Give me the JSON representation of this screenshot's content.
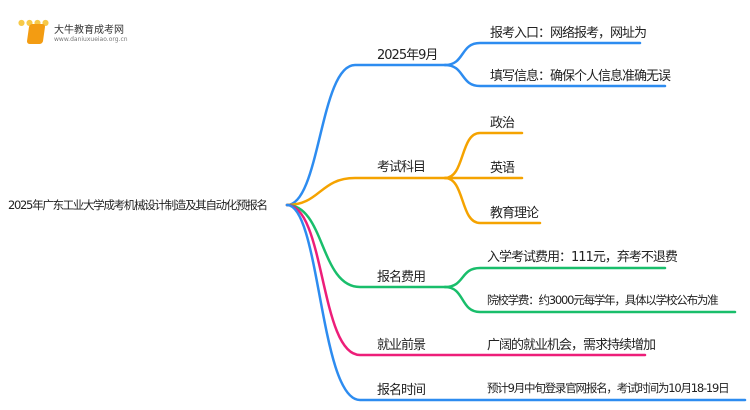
{
  "logo": {
    "name": "大牛教育成考网",
    "url": "www.daniuxueiao.org.cn"
  },
  "root": "2025年广东工业大学成考机械设计制造及其自动化预报名",
  "colors": {
    "blue": "#2D8CF0",
    "orange": "#F5A300",
    "green": "#19BE6B",
    "pink": "#ED1E79"
  },
  "branches": [
    {
      "label": "2025年9月",
      "children": [
        "报考入口：网络报考，网址为",
        "填写信息：确保个人信息准确无误"
      ]
    },
    {
      "label": "考试科目",
      "children": [
        "政治",
        "英语",
        "教育理论"
      ]
    },
    {
      "label": "报名费用",
      "children": [
        "入学考试费用：111元，弃考不退费",
        "院校学费：约3000元每学年，具体以学校公布为准"
      ]
    },
    {
      "label": "就业前景",
      "children": [
        "广阔的就业机会，需求持续增加"
      ]
    },
    {
      "label": "报名时间",
      "children": [
        "预计9月中旬登录官网报名，考试时间为10月18-19日"
      ]
    }
  ]
}
